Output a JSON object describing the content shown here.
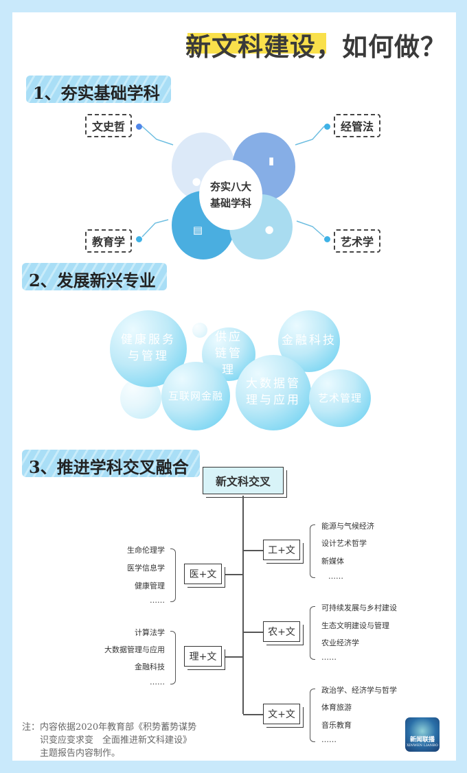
{
  "title": "新文科建设，如何做？",
  "section1": {
    "heading": "1、夯实基础学科",
    "center": [
      "夯实八大",
      "基础学科"
    ],
    "tags": [
      "文史哲",
      "经管法",
      "教育学",
      "艺术学"
    ],
    "icons": [
      "lightbulb-icon",
      "tablet-icon",
      "clipboard-icon",
      "users-icon"
    ]
  },
  "section2": {
    "heading": "2、发展新兴专业",
    "bubbles": [
      "健康服务与管理",
      "供应链管理",
      "金融科技",
      "互联网金融",
      "大数据管理与应用",
      "艺术管理"
    ]
  },
  "section3": {
    "heading": "3、推进学科交叉融合",
    "root": "新文科交叉",
    "branches": [
      {
        "label": "工+文",
        "items": [
          "能源与气候经济",
          "设计艺术哲学",
          "新媒体",
          "……"
        ]
      },
      {
        "label": "医+文",
        "items": [
          "生命伦理学",
          "医学信息学",
          "健康管理",
          "……"
        ]
      },
      {
        "label": "农+文",
        "items": [
          "可持续发展与乡村建设",
          "生态文明建设与管理",
          "农业经济学",
          "……"
        ]
      },
      {
        "label": "理+文",
        "items": [
          "计算法学",
          "大数据管理与应用",
          "金融科技",
          "……"
        ]
      },
      {
        "label": "文+文",
        "items": [
          "政治学、经济学与哲学",
          "体育旅游",
          "音乐教育",
          "……"
        ]
      }
    ]
  },
  "note": [
    "注：内容依据2020年教育部《积势蓄势谋势",
    "识变应变求变　全面推进新文科建设》",
    "主题报告内容制作。"
  ],
  "logo": {
    "text": "新闻联播",
    "sub": "XINWEN LIANBO"
  },
  "colors": {
    "border": "#c9e9fb",
    "highlight": "#f9e04b",
    "heading_bg": "#a9def6"
  }
}
